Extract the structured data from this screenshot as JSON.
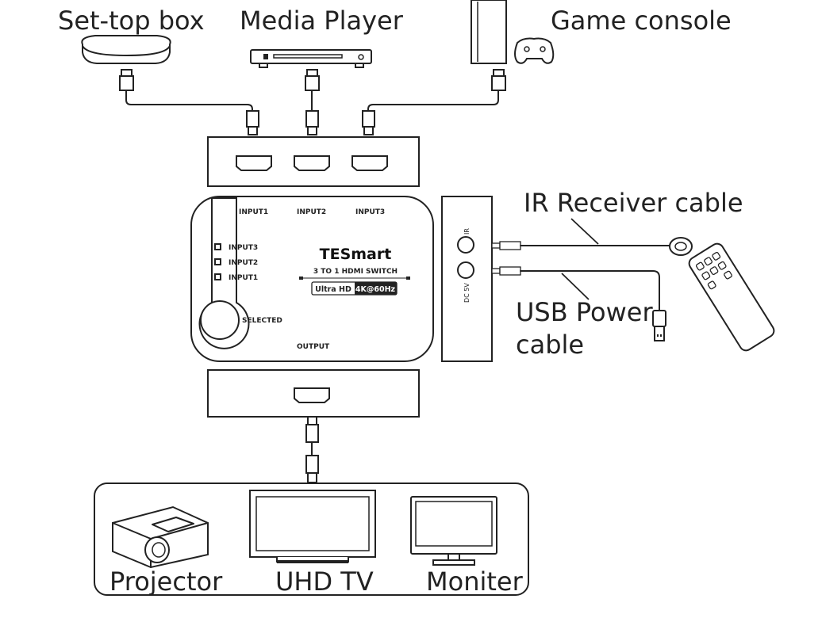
{
  "sources": {
    "set_top_box": "Set-top box",
    "media_player": "Media Player",
    "game_console": "Game console"
  },
  "switch": {
    "port_labels": [
      "INPUT1",
      "INPUT2",
      "INPUT3"
    ],
    "indicator_labels": [
      "INPUT3",
      "INPUT2",
      "INPUT1"
    ],
    "brand": "TESmart",
    "model": "3 TO 1 HDMI SWITCH",
    "badge_left": "Ultra HD",
    "badge_right": "4K@60Hz",
    "selected_label": "SELECTED",
    "output_label": "OUTPUT",
    "ir_jack": "IR",
    "dc_jack": "DC 5V"
  },
  "cables": {
    "ir_receiver": "IR Receiver cable",
    "usb_power_line1": "USB Power",
    "usb_power_line2": "cable"
  },
  "displays": {
    "projector": "Projector",
    "uhd_tv": "UHD TV",
    "monitor": "Moniter"
  }
}
